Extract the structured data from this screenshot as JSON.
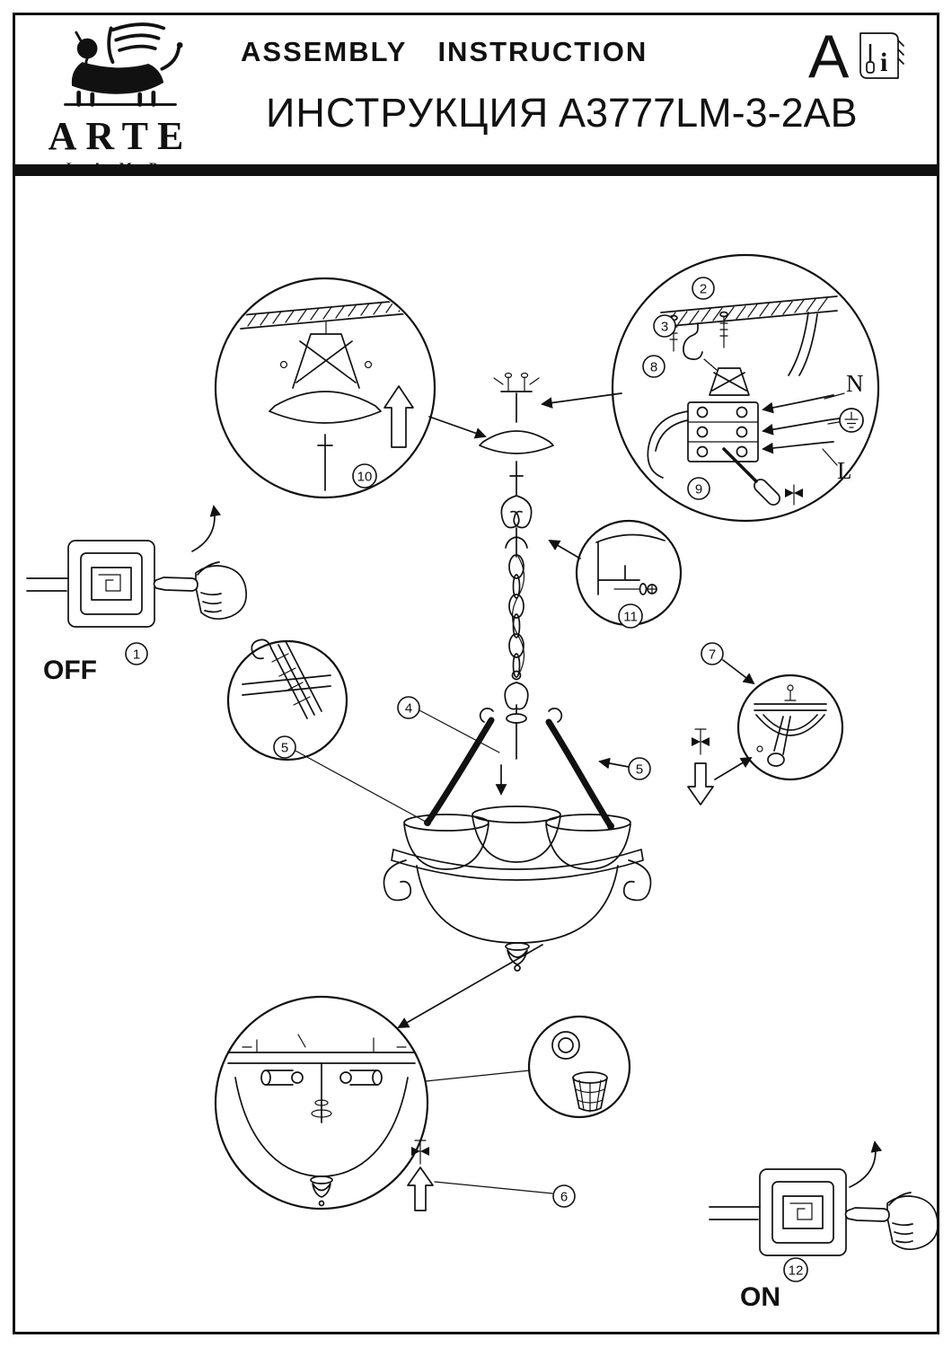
{
  "header": {
    "brand_name": "ARTE",
    "brand_sub": "LAMP",
    "title_en": "ASSEMBLY INSTRUCTION",
    "title_ru": "ИНСТРУКЦИЯ",
    "model": "A3777LM-3-2AB",
    "section_letter": "A",
    "manual_icon_letter": "i"
  },
  "diagram": {
    "switch_off_label": "OFF",
    "switch_on_label": "ON",
    "wire_neutral": "N",
    "wire_line": "L",
    "callouts": {
      "n1": "1",
      "n2": "2",
      "n3": "3",
      "n4": "4",
      "n5": "5",
      "n6": "6",
      "n7": "7",
      "n8": "8",
      "n9": "9",
      "n10": "10",
      "n11": "11",
      "n12": "12"
    }
  }
}
